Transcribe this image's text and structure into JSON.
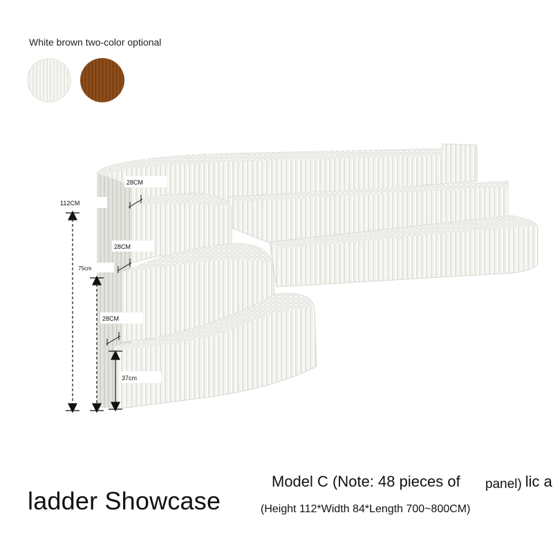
{
  "caption": "White brown two-color optional",
  "swatches": [
    {
      "name": "white",
      "color": "#f4f4f0"
    },
    {
      "name": "brown",
      "color": "#7a3e12"
    }
  ],
  "dimensions": {
    "height_total": "112CM",
    "height_mid": "75cm",
    "height_low": "37cm",
    "depth_top": "28CM",
    "depth_mid": "28CM",
    "depth_low": "28CM"
  },
  "title": "ladder Showcase",
  "model_text": "Model C (Note: 48 pieces of",
  "model_tail": "lic a",
  "panel_label": "panel)",
  "size_text": "(Height 112*Width 84*Length 700~800CM)"
}
